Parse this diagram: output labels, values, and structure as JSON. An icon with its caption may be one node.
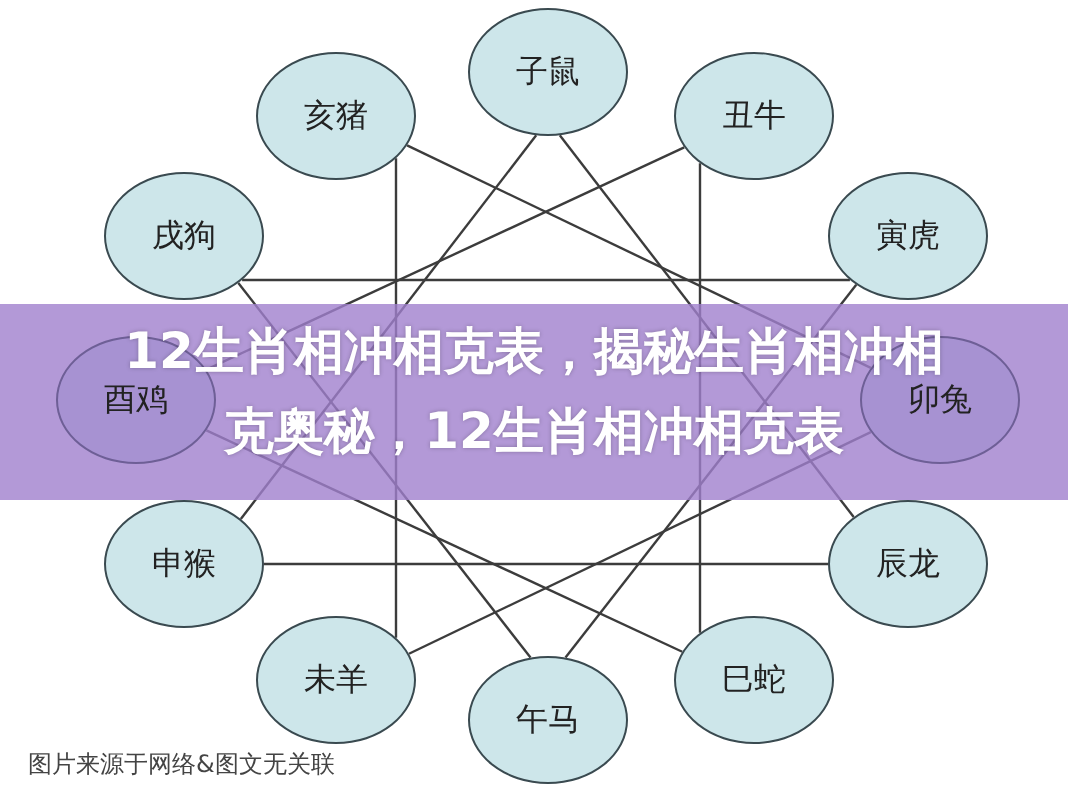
{
  "diagram": {
    "title": "12生肖相冲相克表，揭秘生肖相冲相克奥秘，12生肖相冲相克表",
    "caption": "图片来源于网络&图文无关联",
    "nodes": [
      {
        "text": [
          "子鼠"
        ]
      },
      {
        "text": [
          "亥猪"
        ]
      },
      {
        "text": [
          "丑牛"
        ]
      },
      {
        "text": [
          "戌狗"
        ]
      },
      {
        "text": [
          "寅虎"
        ]
      },
      {
        "text": [
          "酉鸡"
        ]
      },
      {
        "text": [
          "卯兔"
        ]
      },
      {
        "text": [
          "申猴"
        ]
      },
      {
        "text": [
          "辰龙"
        ]
      },
      {
        "text": [
          "未羊"
        ]
      },
      {
        "text": [
          "巳蛇"
        ]
      },
      {
        "text": [
          "午马"
        ]
      }
    ],
    "edges": [
      {
        "from": 0,
        "to": 7,
        "arrow": "none"
      },
      {
        "from": 0,
        "to": 8,
        "arrow": "none"
      },
      {
        "from": 7,
        "to": 8,
        "arrow": "none"
      },
      {
        "from": 11,
        "to": 3,
        "arrow": "none"
      },
      {
        "from": 11,
        "to": 4,
        "arrow": "none"
      },
      {
        "from": 3,
        "to": 4,
        "arrow": "none"
      },
      {
        "from": 1,
        "to": 9,
        "arrow": "none"
      },
      {
        "from": 1,
        "to": 6,
        "arrow": "none"
      },
      {
        "from": 9,
        "to": 6,
        "arrow": "none"
      },
      {
        "from": 2,
        "to": 10,
        "arrow": "none"
      },
      {
        "from": 2,
        "to": 5,
        "arrow": "none"
      },
      {
        "from": 10,
        "to": 5,
        "arrow": "none"
      }
    ]
  }
}
